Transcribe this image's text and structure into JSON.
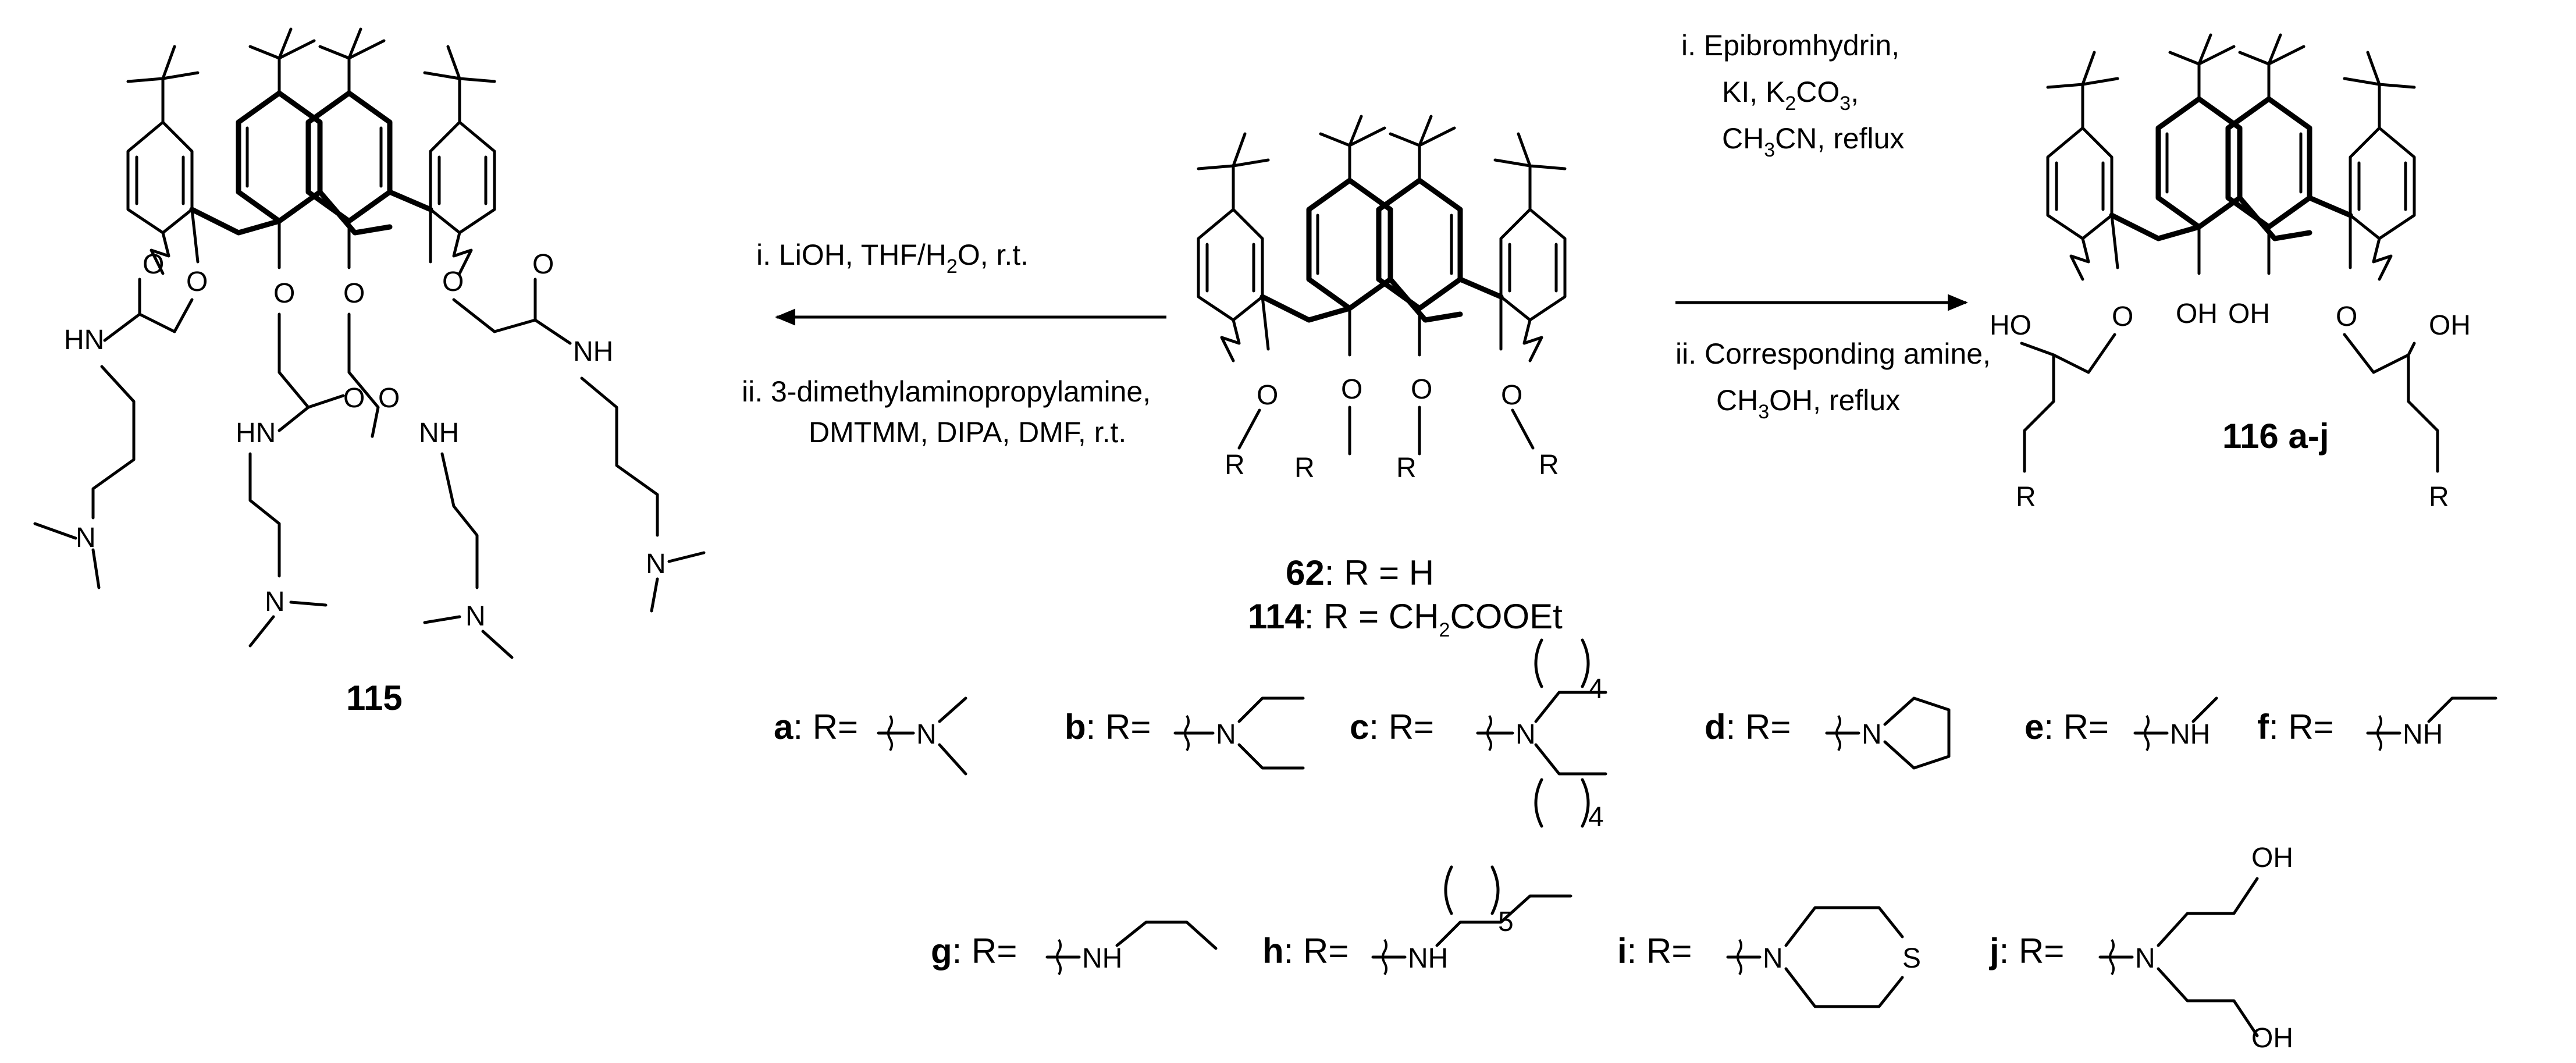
{
  "reaction_left": {
    "step1": "i.   LiOH, THF/H",
    "step1_sub": "2",
    "step1_tail": "O, r.t.",
    "step2_a": "ii.  3-dimethylaminopropylamine,",
    "step2_b": "DMTMM, DIPA, DMF, r.t."
  },
  "reaction_right": {
    "step1_a": "i.   Epibromhydrin,",
    "step1_b1": "KI, K",
    "step1_b_sub1": "2",
    "step1_b2": "CO",
    "step1_b_sub2": "3",
    "step1_b3": ",",
    "step1_c1": "CH",
    "step1_c_sub": "3",
    "step1_c2": "CN, reflux",
    "step2_a": "ii. Corresponding amine,",
    "step2_b1": "CH",
    "step2_b_sub": "3",
    "step2_b2": "OH, reflux"
  },
  "compounds": {
    "c115": "115",
    "c62_num": "62",
    "c62_tail": ": R = H",
    "c114_num": "114",
    "c114_tail": ": R = CH",
    "c114_sub": "2",
    "c114_end": "COOEt",
    "c116": "116 a-j"
  },
  "atoms": {
    "O": "O",
    "HN": "HN",
    "NH": "NH",
    "N": "N",
    "R": "R",
    "OH": "OH",
    "HO": "HO",
    "S": "S",
    "four": "4",
    "five": "5"
  },
  "substituents": [
    {
      "key": "a",
      "label": ": R="
    },
    {
      "key": "b",
      "label": ": R="
    },
    {
      "key": "c",
      "label": ": R="
    },
    {
      "key": "d",
      "label": ": R="
    },
    {
      "key": "e",
      "label": ": R="
    },
    {
      "key": "f",
      "label": ": R="
    },
    {
      "key": "g",
      "label": ": R="
    },
    {
      "key": "h",
      "label": ": R="
    },
    {
      "key": "i",
      "label": ": R="
    },
    {
      "key": "j",
      "label": ": R="
    }
  ]
}
